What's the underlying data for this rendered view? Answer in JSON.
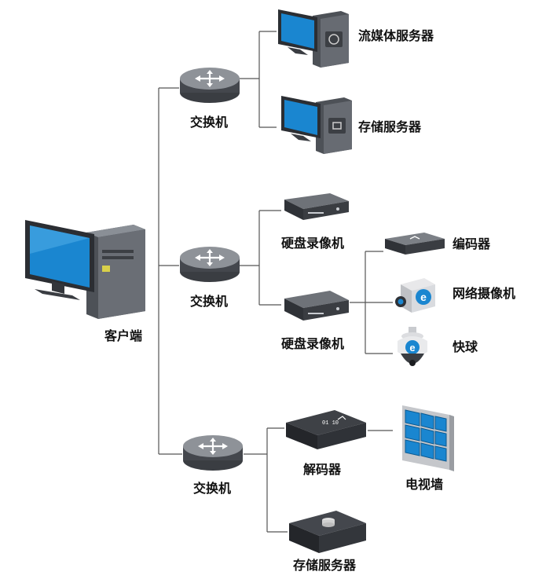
{
  "nodes": {
    "client": "客户端",
    "switch_1": "交换机",
    "switch_2": "交换机",
    "switch_3": "交换机",
    "streaming_server": "流媒体服务器",
    "storage_server_1": "存储服务器",
    "dvr_1": "硬盘录像机",
    "dvr_2": "硬盘录像机",
    "encoder": "编码器",
    "network_camera": "网络摄像机",
    "speed_dome": "快球",
    "decoder": "解码器",
    "video_wall": "电视墙",
    "storage_server_2": "存储服务器"
  },
  "badges": {
    "decoder_code": "01 10"
  },
  "colors": {
    "line": "#555555",
    "screen_blue": "#1a86d0",
    "device_dark": "#3a3d42",
    "tower_gray": "#5c6066"
  }
}
